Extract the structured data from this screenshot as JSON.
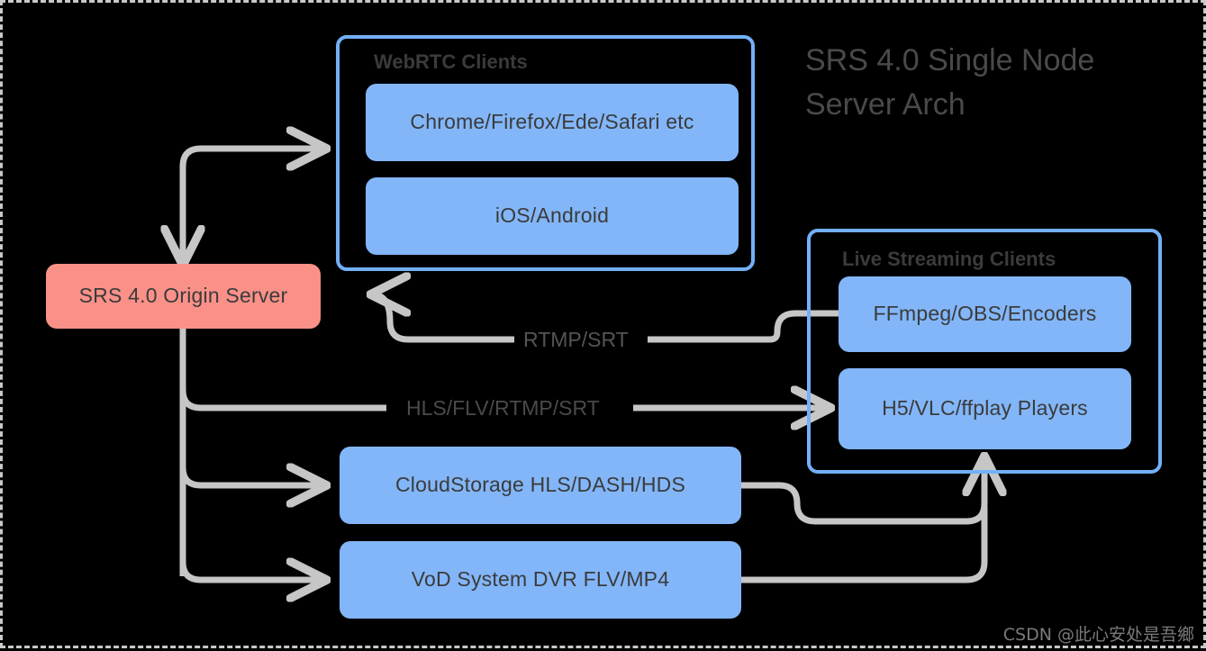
{
  "diagram": {
    "title": "SRS 4.0 Single Node\nServer Arch",
    "watermark": "CSDN @此心安处是吾鄉",
    "canvas_background": "#000000",
    "border_style": "dashed",
    "border_color": "#c9c9c9"
  },
  "colors": {
    "node_blue": "#82b6f8",
    "node_red": "#fa9189",
    "group_border": "#72b0f8",
    "connector": "#c6c6c6",
    "node_text": "#3b3b3b",
    "title_text": "#4a4a4a"
  },
  "groups": [
    {
      "id": "webrtc",
      "label": "WebRTC Clients"
    },
    {
      "id": "live",
      "label": "Live Streaming Clients"
    }
  ],
  "nodes": [
    {
      "id": "origin",
      "label": "SRS 4.0 Origin Server",
      "color": "red"
    },
    {
      "id": "browsers",
      "label": "Chrome/Firefox/Ede/Safari etc",
      "color": "blue"
    },
    {
      "id": "mobile",
      "label": "iOS/Android",
      "color": "blue"
    },
    {
      "id": "encoders",
      "label": "FFmpeg/OBS/Encoders",
      "color": "blue"
    },
    {
      "id": "players",
      "label": "H5/VLC/ffplay Players",
      "color": "blue"
    },
    {
      "id": "cloud",
      "label": "CloudStorage HLS/DASH/HDS",
      "color": "blue"
    },
    {
      "id": "vod",
      "label": "VoD System DVR FLV/MP4",
      "color": "blue"
    }
  ],
  "edge_labels": [
    {
      "id": "rtmp_srt",
      "label": "RTMP/SRT"
    },
    {
      "id": "hls_flv_all",
      "label": "HLS/FLV/RTMP/SRT"
    }
  ],
  "edges": [
    {
      "from": "origin",
      "to": "webrtc",
      "label": ""
    },
    {
      "from": "encoders",
      "to": "origin",
      "label": "RTMP/SRT"
    },
    {
      "from": "origin",
      "to": "players",
      "label": "HLS/FLV/RTMP/SRT"
    },
    {
      "from": "origin",
      "to": "cloud",
      "label": ""
    },
    {
      "from": "origin",
      "to": "vod",
      "label": ""
    },
    {
      "from": "cloud",
      "to": "players",
      "label": ""
    },
    {
      "from": "vod",
      "to": "players",
      "label": ""
    }
  ]
}
